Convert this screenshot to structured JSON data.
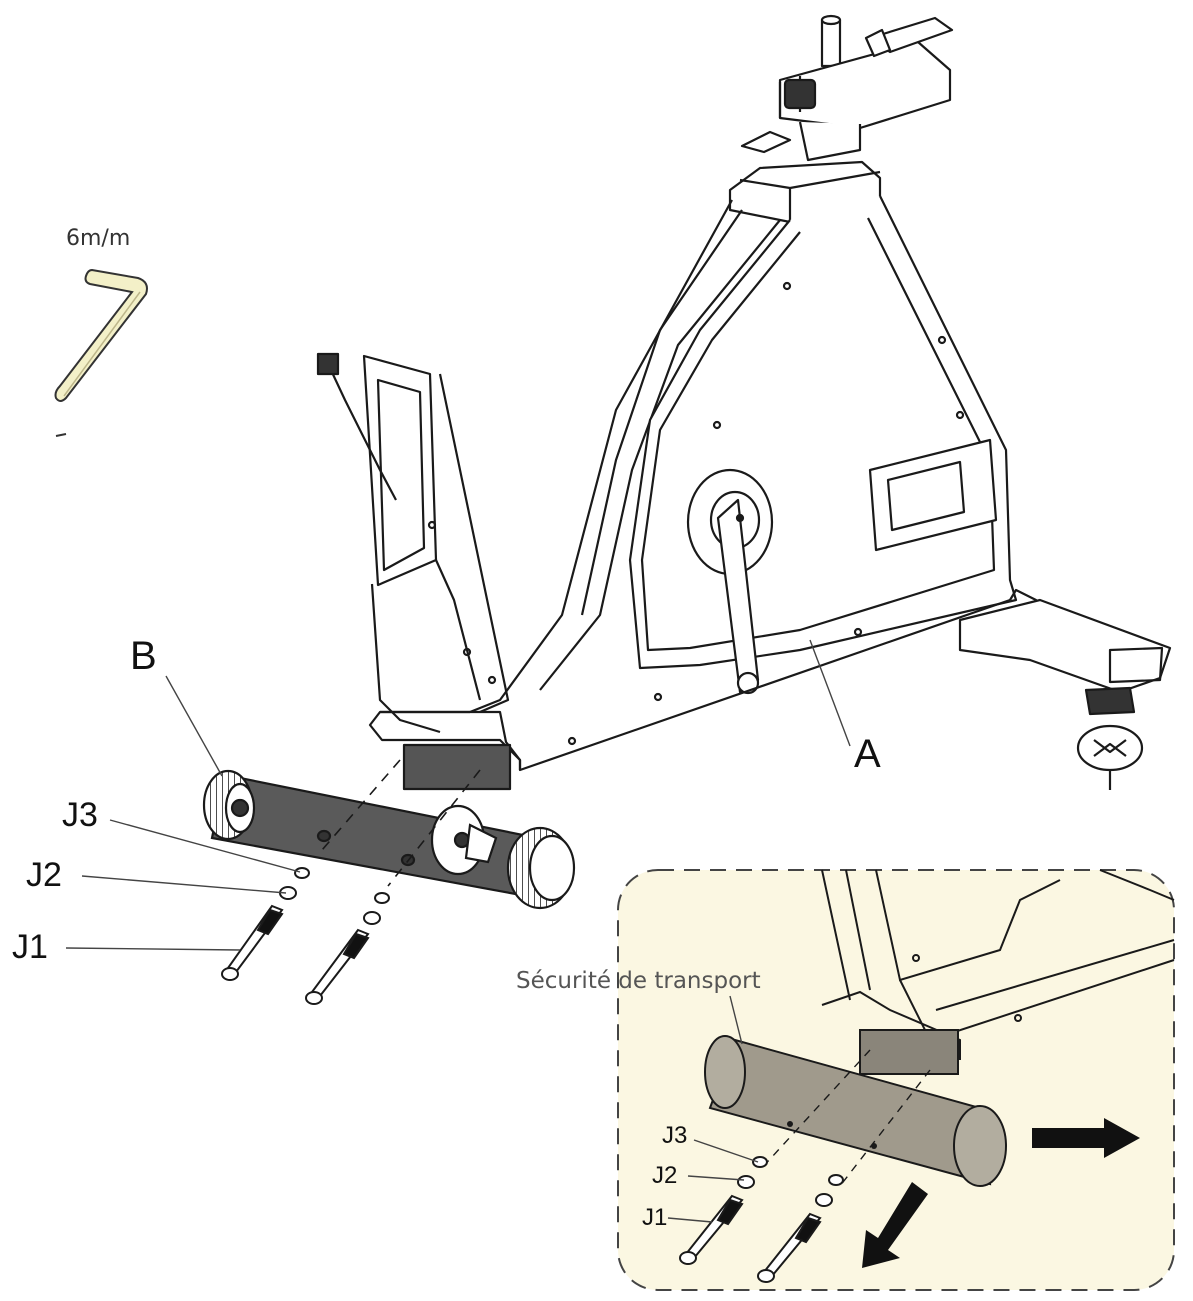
{
  "tool": {
    "size_label": "6m/m"
  },
  "labels": {
    "A": "A",
    "B": "B",
    "J1": "J1",
    "J2": "J2",
    "J3": "J3"
  },
  "detail": {
    "caption": "Sécurité de transport",
    "J1": "J1",
    "J2": "J2",
    "J3": "J3"
  },
  "colors": {
    "line": "#1a1a1a",
    "part_dark": "#5a5a5a",
    "tool_fill": "#f3f0c8",
    "detail_tint": "#fbf7e2",
    "detail_tube": "#a09a8c"
  }
}
